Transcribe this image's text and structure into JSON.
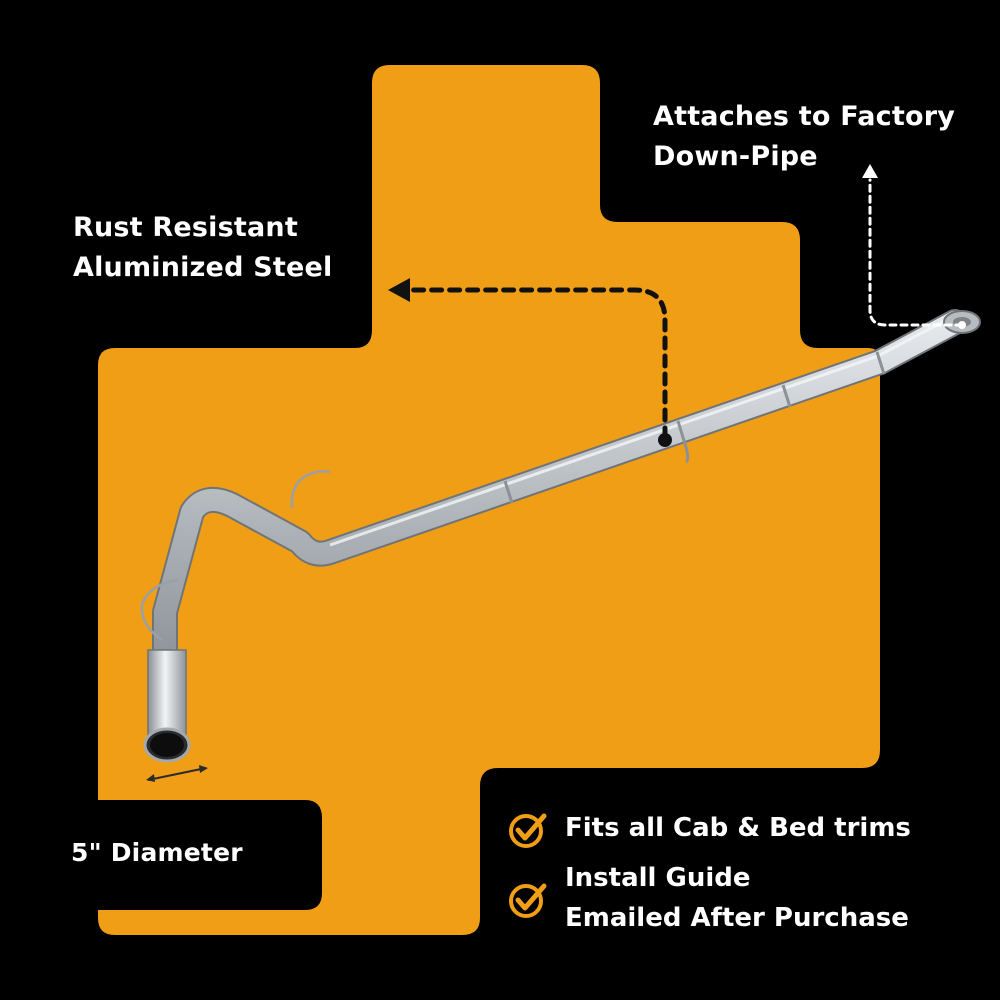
{
  "colors": {
    "background": "#000000",
    "accent": "#F09E16",
    "text": "#FFFFFF",
    "pipe": "#B9BEC3"
  },
  "callouts": {
    "material": {
      "line1": "Rust Resistant",
      "line2": "Aluminized Steel"
    },
    "factory": {
      "line1": "Attaches to Factory",
      "line2": "Down-Pipe"
    },
    "diameter": {
      "text": "5\" Diameter"
    }
  },
  "features": [
    {
      "icon": "check-circle-icon",
      "line1": "Fits all Cab & Bed trims"
    },
    {
      "icon": "check-circle-icon",
      "line1": "Install Guide",
      "line2": "Emailed After Purchase"
    }
  ],
  "product": {
    "image": "exhaust-pipe-illustration"
  }
}
